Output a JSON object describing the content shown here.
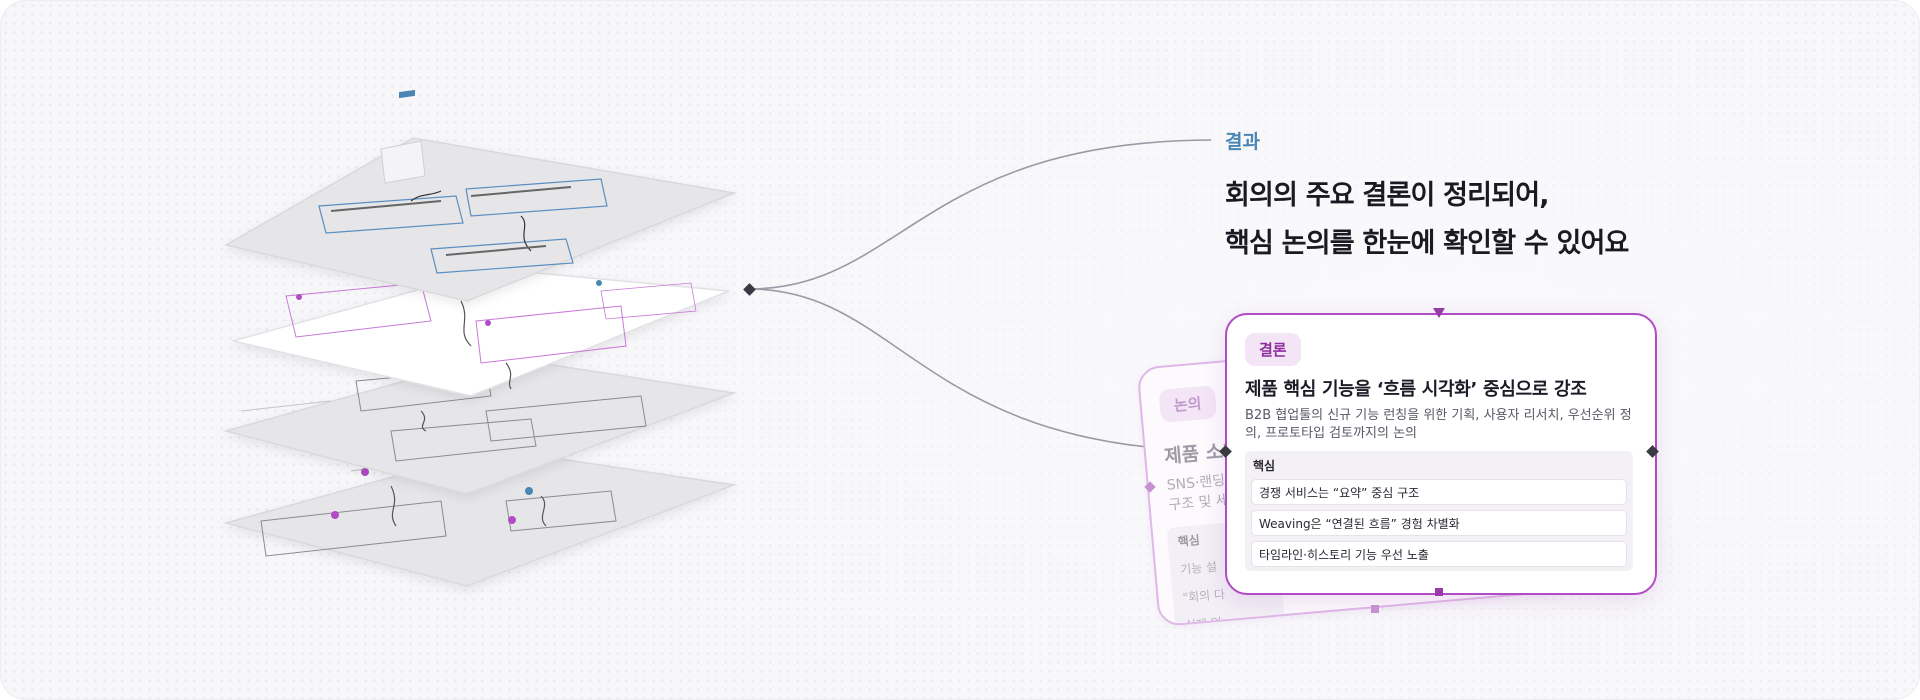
{
  "result": {
    "kicker": "결과",
    "headline_line1": "회의의 주요 결론이 정리되어,",
    "headline_line2": "핵심 논의를 한눈에 확인할 수 있어요"
  },
  "back_card": {
    "tag": "논의",
    "title": "제품 소개",
    "desc_line1": "SNS·랜딩",
    "desc_line2": "구조 및 세",
    "core_label": "핵심",
    "items": [
      "기능 설",
      "\"회의 다",
      "실제 업"
    ]
  },
  "front_card": {
    "tag": "결론",
    "title": "제품 핵심 기능을 ‘흐름 시각화’ 중심으로 강조",
    "description": "B2B 협업툴의 신규 기능 런칭을 위한 기획, 사용자 리서치, 우선순위 정의, 프로토타입 검토까지의 논의",
    "core_label": "핵심",
    "items": [
      "경쟁 서비스는 “요약” 중심 구조",
      "Weaving은 “연결된 흐름” 경험 차별화",
      "타임라인·히스토리 기능 우선 노출"
    ]
  },
  "colors": {
    "accent": "#b24bc6",
    "kicker": "#4a86b4",
    "connector": "#9a9aa4"
  }
}
